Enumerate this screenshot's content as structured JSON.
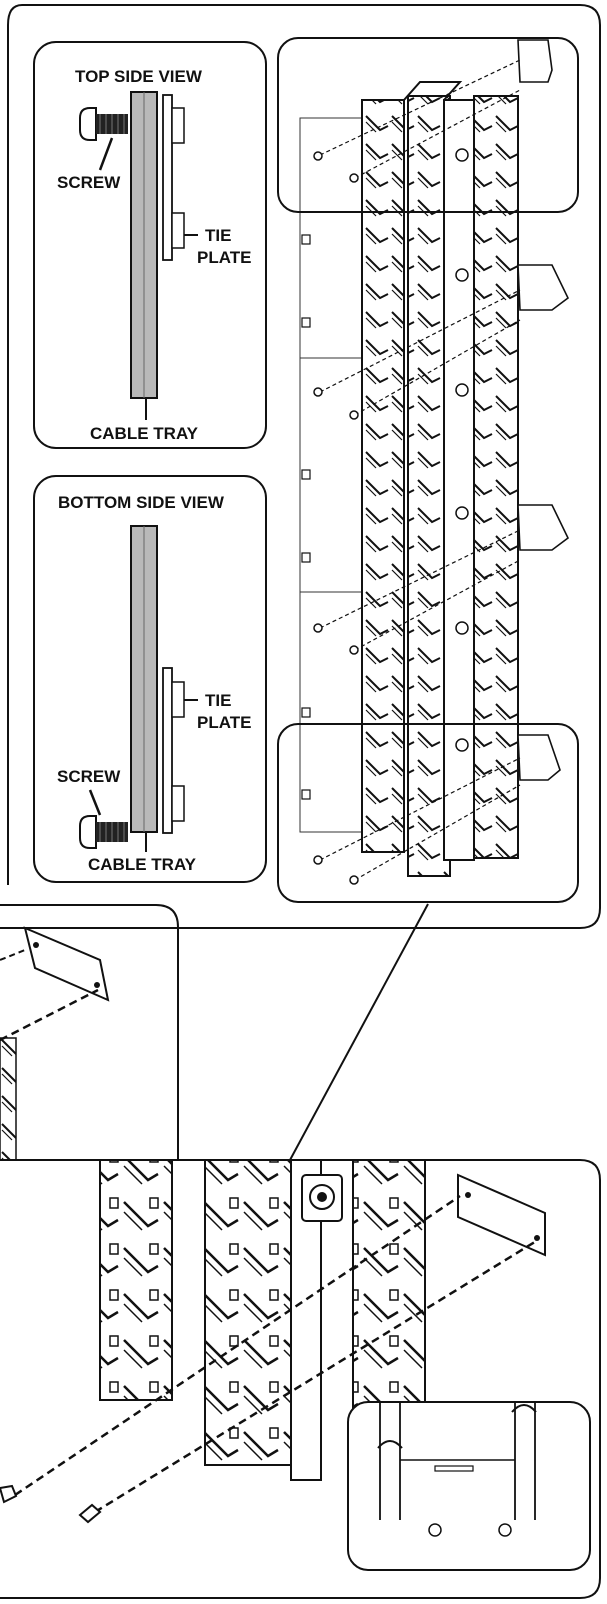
{
  "top_view": {
    "title": "TOP SIDE VIEW",
    "screw": "SCREW",
    "tie": "TIE",
    "plate": "PLATE",
    "tray": "CABLE TRAY"
  },
  "bottom_view": {
    "title": "BOTTOM SIDE VIEW",
    "screw": "SCREW",
    "tie": "TIE",
    "plate": "PLATE",
    "tray": "CABLE TRAY"
  },
  "icons": [
    "screw-icon",
    "tie-plate-icon",
    "cable-tray-icon",
    "cable-manager-icon"
  ],
  "colors": {
    "line": "#111111",
    "tray_fill": "#b9b9b9",
    "background": "#ffffff"
  }
}
